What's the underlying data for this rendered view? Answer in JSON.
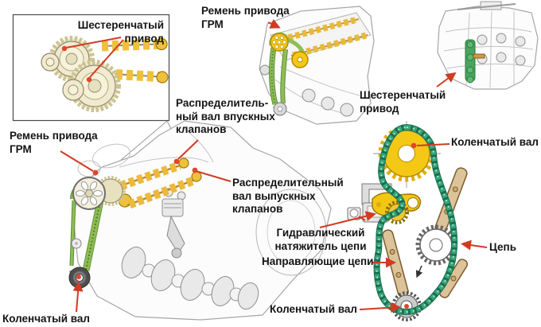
{
  "labels": {
    "gear_drive_inset": "Шестеренчатый\nпривод",
    "timing_belt_top": "Ремень привода\nГРМ",
    "gear_drive_right": "Шестеренчатый\nпривод",
    "timing_belt_main": "Ремень привода\nГРМ",
    "intake_camshaft": "Распределитель-\nный вал впускных\nклапанов",
    "exhaust_camshaft": "Распределительный\nвал выпускных\nклапанов",
    "crankshaft_main": "Коленчатый вал",
    "camshaft_sprocket_right": "Коленчатый вал",
    "hydraulic_tensioner": "Гидравлический\nнатяжитель цепи",
    "chain_guides": "Направляющие цепи",
    "chain": "Цепь",
    "crankshaft_chain": "Коленчатый вал"
  },
  "colors": {
    "background": "#ffffff",
    "pointer_red": "#d23a22",
    "belt_green": "#8fbe56",
    "chain_green": "#35a97e",
    "sprocket_yellow": "#f5c816",
    "camshaft_yellow": "#ecb93a",
    "gear_cream": "#f1ead0",
    "guide_tan": "#dcc39a",
    "highlight_green": "#4aa45e"
  }
}
